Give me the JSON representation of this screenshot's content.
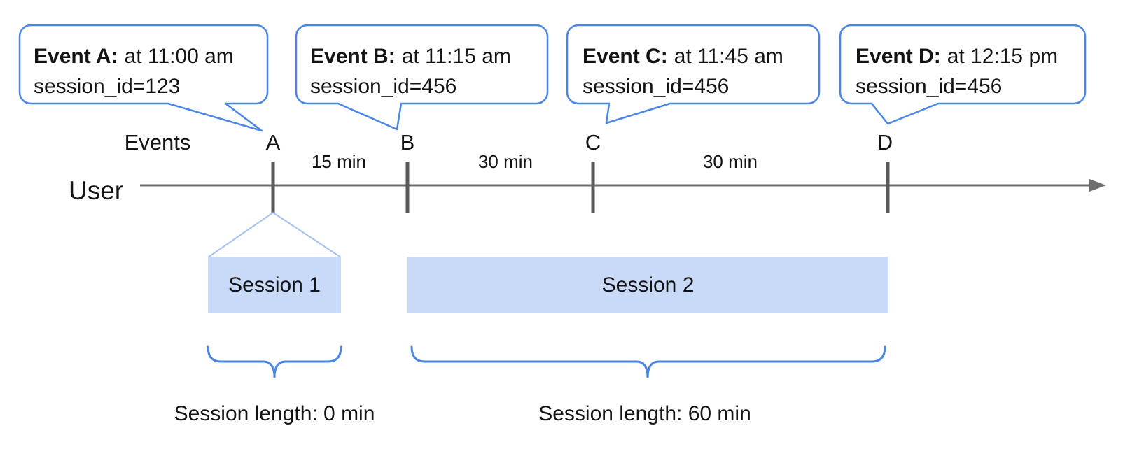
{
  "colors": {
    "callout_border": "#4a86e8",
    "callout_fill": "#ffffff",
    "session_bar_fill": "#c9daf8",
    "funnel_line": "#a4c2f4",
    "brace": "#4a86e8",
    "timeline_line": "#6e6e6e",
    "tick": "#595959",
    "text": "#141414"
  },
  "callouts": [
    {
      "event": "A",
      "label": "Event A:",
      "time": "at 11:00 am",
      "session_id": "session_id=123"
    },
    {
      "event": "B",
      "label": "Event B:",
      "time": "at 11:15 am",
      "session_id": "session_id=456"
    },
    {
      "event": "C",
      "label": "Event C:",
      "time": "at 11:45 am",
      "session_id": "session_id=456"
    },
    {
      "event": "D",
      "label": "Event D:",
      "time": "at 12:15 pm",
      "session_id": "session_id=456"
    }
  ],
  "timeline": {
    "axis_label": "Events",
    "row_label": "User",
    "markers": [
      "A",
      "B",
      "C",
      "D"
    ],
    "intervals": [
      "15 min",
      "30 min",
      "30 min"
    ]
  },
  "sessions": [
    {
      "label": "Session 1",
      "length_label": "Session length: 0 min"
    },
    {
      "label": "Session 2",
      "length_label": "Session length: 60 min"
    }
  ]
}
